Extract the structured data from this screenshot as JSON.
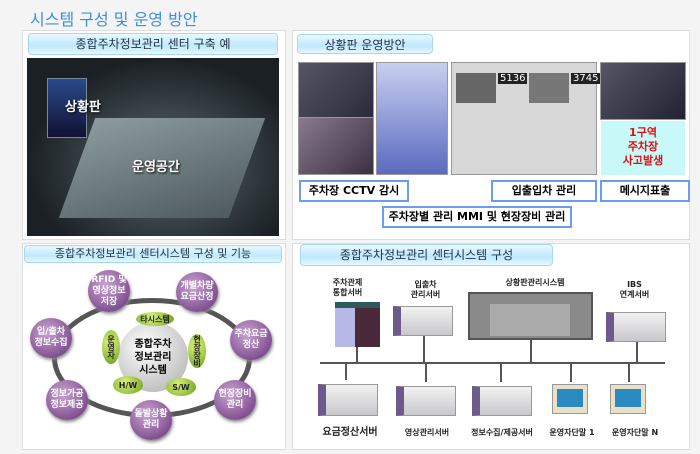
{
  "page_title": "시스템 구성 및 운영 방안",
  "panel1": {
    "header": "종합주차정보관리 센터 구축 예",
    "labels": [
      "상황판",
      "운영공간"
    ]
  },
  "panel2": {
    "header": "상황판 운영방안",
    "alert": "1구역\n주차장\n사고발생",
    "plates": [
      "5136",
      "3745"
    ],
    "callouts": [
      "주차장 CCTV 감시",
      "입출입차 관리",
      "메시지표출",
      "주차장별 관리 MMI 및 현장장비 관리"
    ]
  },
  "panel3": {
    "header": "종합주차정보관리 센터시스템 구성 및 기능",
    "center": "종합주차\n정보관리\n시스템",
    "bubbles": [
      "RFID 및\n영상정보\n저장",
      "개별차량\n요금산정",
      "입/출차\n정보수집",
      "주차요금\n정산",
      "정보가공\n정보제공",
      "현장장비\n관리",
      "돌발상황\n관리"
    ],
    "leaves": [
      "타시스템",
      "현장장비",
      "S/W",
      "H/W",
      "운영자"
    ]
  },
  "panel4": {
    "header": "종합주차정보관리 센터시스템 구성",
    "top": [
      "주차관제\n통합서버",
      "입출차\n관리서버",
      "상황판관리시스템",
      "IBS\n연계서버"
    ],
    "bottom": [
      "요금정산서버",
      "영상관리서버",
      "정보수집/제공서버",
      "운영자단말 1",
      "운영자단말 N"
    ]
  },
  "colors": {
    "title": "#3a8fe0",
    "alert": "#e01010",
    "bubble": "#7e4c8e",
    "leaf": "#8cc030"
  }
}
